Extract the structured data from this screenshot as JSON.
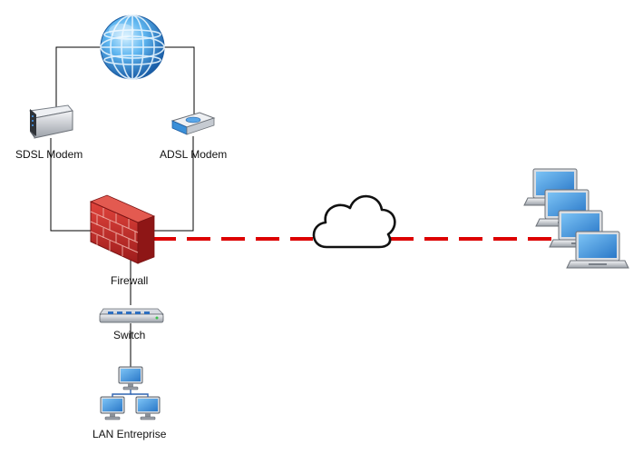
{
  "nodes": {
    "internet": {
      "icon": "globe-icon"
    },
    "sdsl_modem": {
      "label": "SDSL Modem",
      "icon": "modem-icon"
    },
    "adsl_modem": {
      "label": "ADSL Modem",
      "icon": "router-icon"
    },
    "firewall": {
      "label": "Firewall",
      "icon": "brick-wall-icon"
    },
    "switch": {
      "label": "Switch",
      "icon": "network-switch-icon"
    },
    "lan": {
      "label": "LAN Entreprise",
      "icon": "network-computers-icon"
    },
    "cloud": {
      "icon": "cloud-icon"
    },
    "remote_clients": {
      "icon": "laptops-icon",
      "count": 4
    }
  },
  "colors": {
    "link": "#000000",
    "vpn_link": "#dd0000",
    "firewall": "#c8282a",
    "globe": "#3a8fd8",
    "screen": "#3d8fd6"
  }
}
